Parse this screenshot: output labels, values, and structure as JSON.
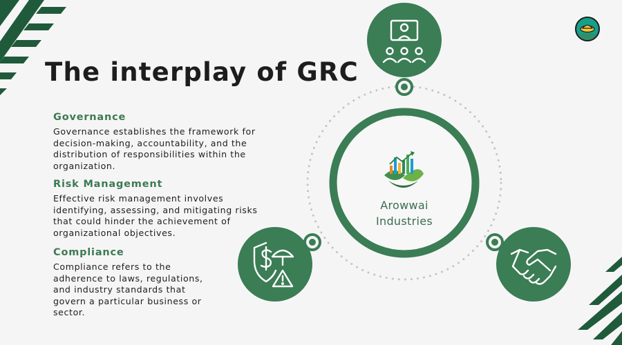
{
  "title": "The interplay of GRC",
  "sections": [
    {
      "heading": "Governance",
      "text": "Governance establishes the framework for decision-making, accountability, and the distribution of responsibilities within the organization."
    },
    {
      "heading": "Risk Management",
      "text": "Effective risk management involves identifying, assessing, and mitigating risks that could hinder the achievement of organizational objectives."
    },
    {
      "heading": "Compliance",
      "text": "Compliance refers to the adherence to laws, regulations, and industry standards that govern a particular business or sector."
    }
  ],
  "company": {
    "name_line1": "Arowwai",
    "name_line2": "Industries"
  },
  "icons": {
    "top": "team-meeting-icon",
    "left": "risk-shield-umbrella-icon",
    "right": "handshake-icon",
    "center": "company-logo-growth-leaf",
    "corner": "brand-badge-icon"
  },
  "colors": {
    "accent_green": "#3b7d55",
    "dark_green": "#1f5a3b",
    "background": "#f6f5f6",
    "text": "#1d1d1d",
    "dotted_ring": "#c4c4c4"
  }
}
